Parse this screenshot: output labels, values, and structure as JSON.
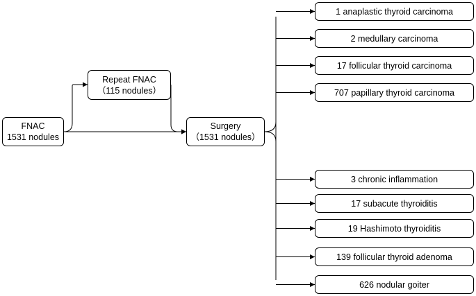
{
  "nodes": {
    "fnac": {
      "line1": "FNAC",
      "line2": "1531 nodules"
    },
    "repeat_fnac": {
      "line1": "Repeat FNAC",
      "line2": "（115 nodules）"
    },
    "surgery": {
      "line1": "Surgery",
      "line2": "（1531 nodules）"
    }
  },
  "outcomes": [
    "1 anaplastic thyroid carcinoma",
    "2 medullary carcinoma",
    "17 follicular thyroid carcinoma",
    "707 papillary thyroid carcinoma",
    "3 chronic inflammation",
    "17 subacute thyroiditis",
    "19 Hashimoto thyroiditis",
    "139 follicular thyroid adenoma",
    "626 nodular goiter"
  ]
}
